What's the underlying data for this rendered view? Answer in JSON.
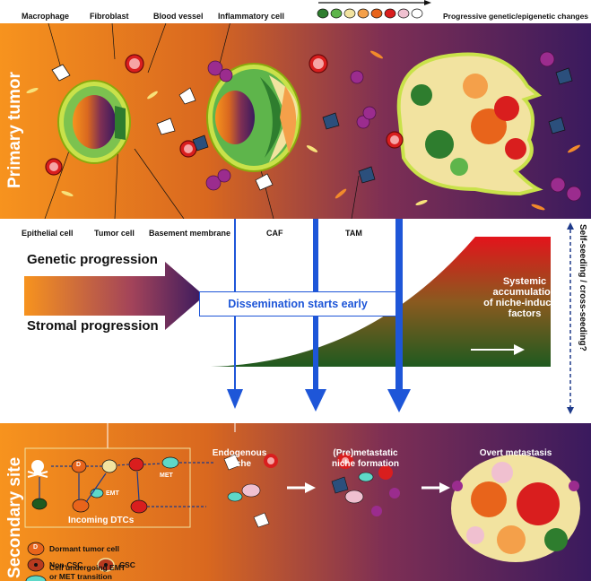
{
  "top_labels": {
    "macrophage": "Macrophage",
    "fibroblast": "Fibroblast",
    "blood_vessel": "Blood vessel",
    "inflammatory_cell": "Inflammatory cell",
    "progressive_changes": "Progressive genetic/epigenetic changes"
  },
  "primary_panel": {
    "title": "Primary tumor",
    "epithelial_cell": "Epithelial cell",
    "tumor_cell": "Tumor cell",
    "basement_membrane": "Basement membrane",
    "caf": "CAF",
    "tam": "TAM"
  },
  "middle": {
    "genetic_progression": "Genetic progression",
    "stromal_progression": "Stromal progression",
    "dissemination": "Dissemination starts early",
    "systemic_line1": "Systemic",
    "systemic_line2": "accumulation",
    "systemic_line3": "of niche-inducing",
    "systemic_line4": "factors",
    "self_seeding": "Self-seeding / cross-seeding?"
  },
  "secondary_panel": {
    "title": "Secondary site",
    "endogenous_line1": "Endogenous",
    "endogenous_line2": "niche",
    "premetastatic_line1": "(Pre)metastatic",
    "premetastatic_line2": "niche formation",
    "overt": "Overt metastasis",
    "incoming_dtcs": "Incoming DTCs",
    "emt": "EMT",
    "met": "MET",
    "d_letter": "D"
  },
  "legend": {
    "dormant": "Dormant tumor cell",
    "non_csc": "Non-CSC",
    "csc": "CSC",
    "emt_line1": "Cell undergoing EMT",
    "emt_line2": "or MET transition"
  },
  "colors": {
    "orange": "#f7931e",
    "purple": "#3a1a5e",
    "dark_green": "#1f5a1f",
    "red": "#e3141b",
    "arrow_blue": "#1e56d8"
  }
}
